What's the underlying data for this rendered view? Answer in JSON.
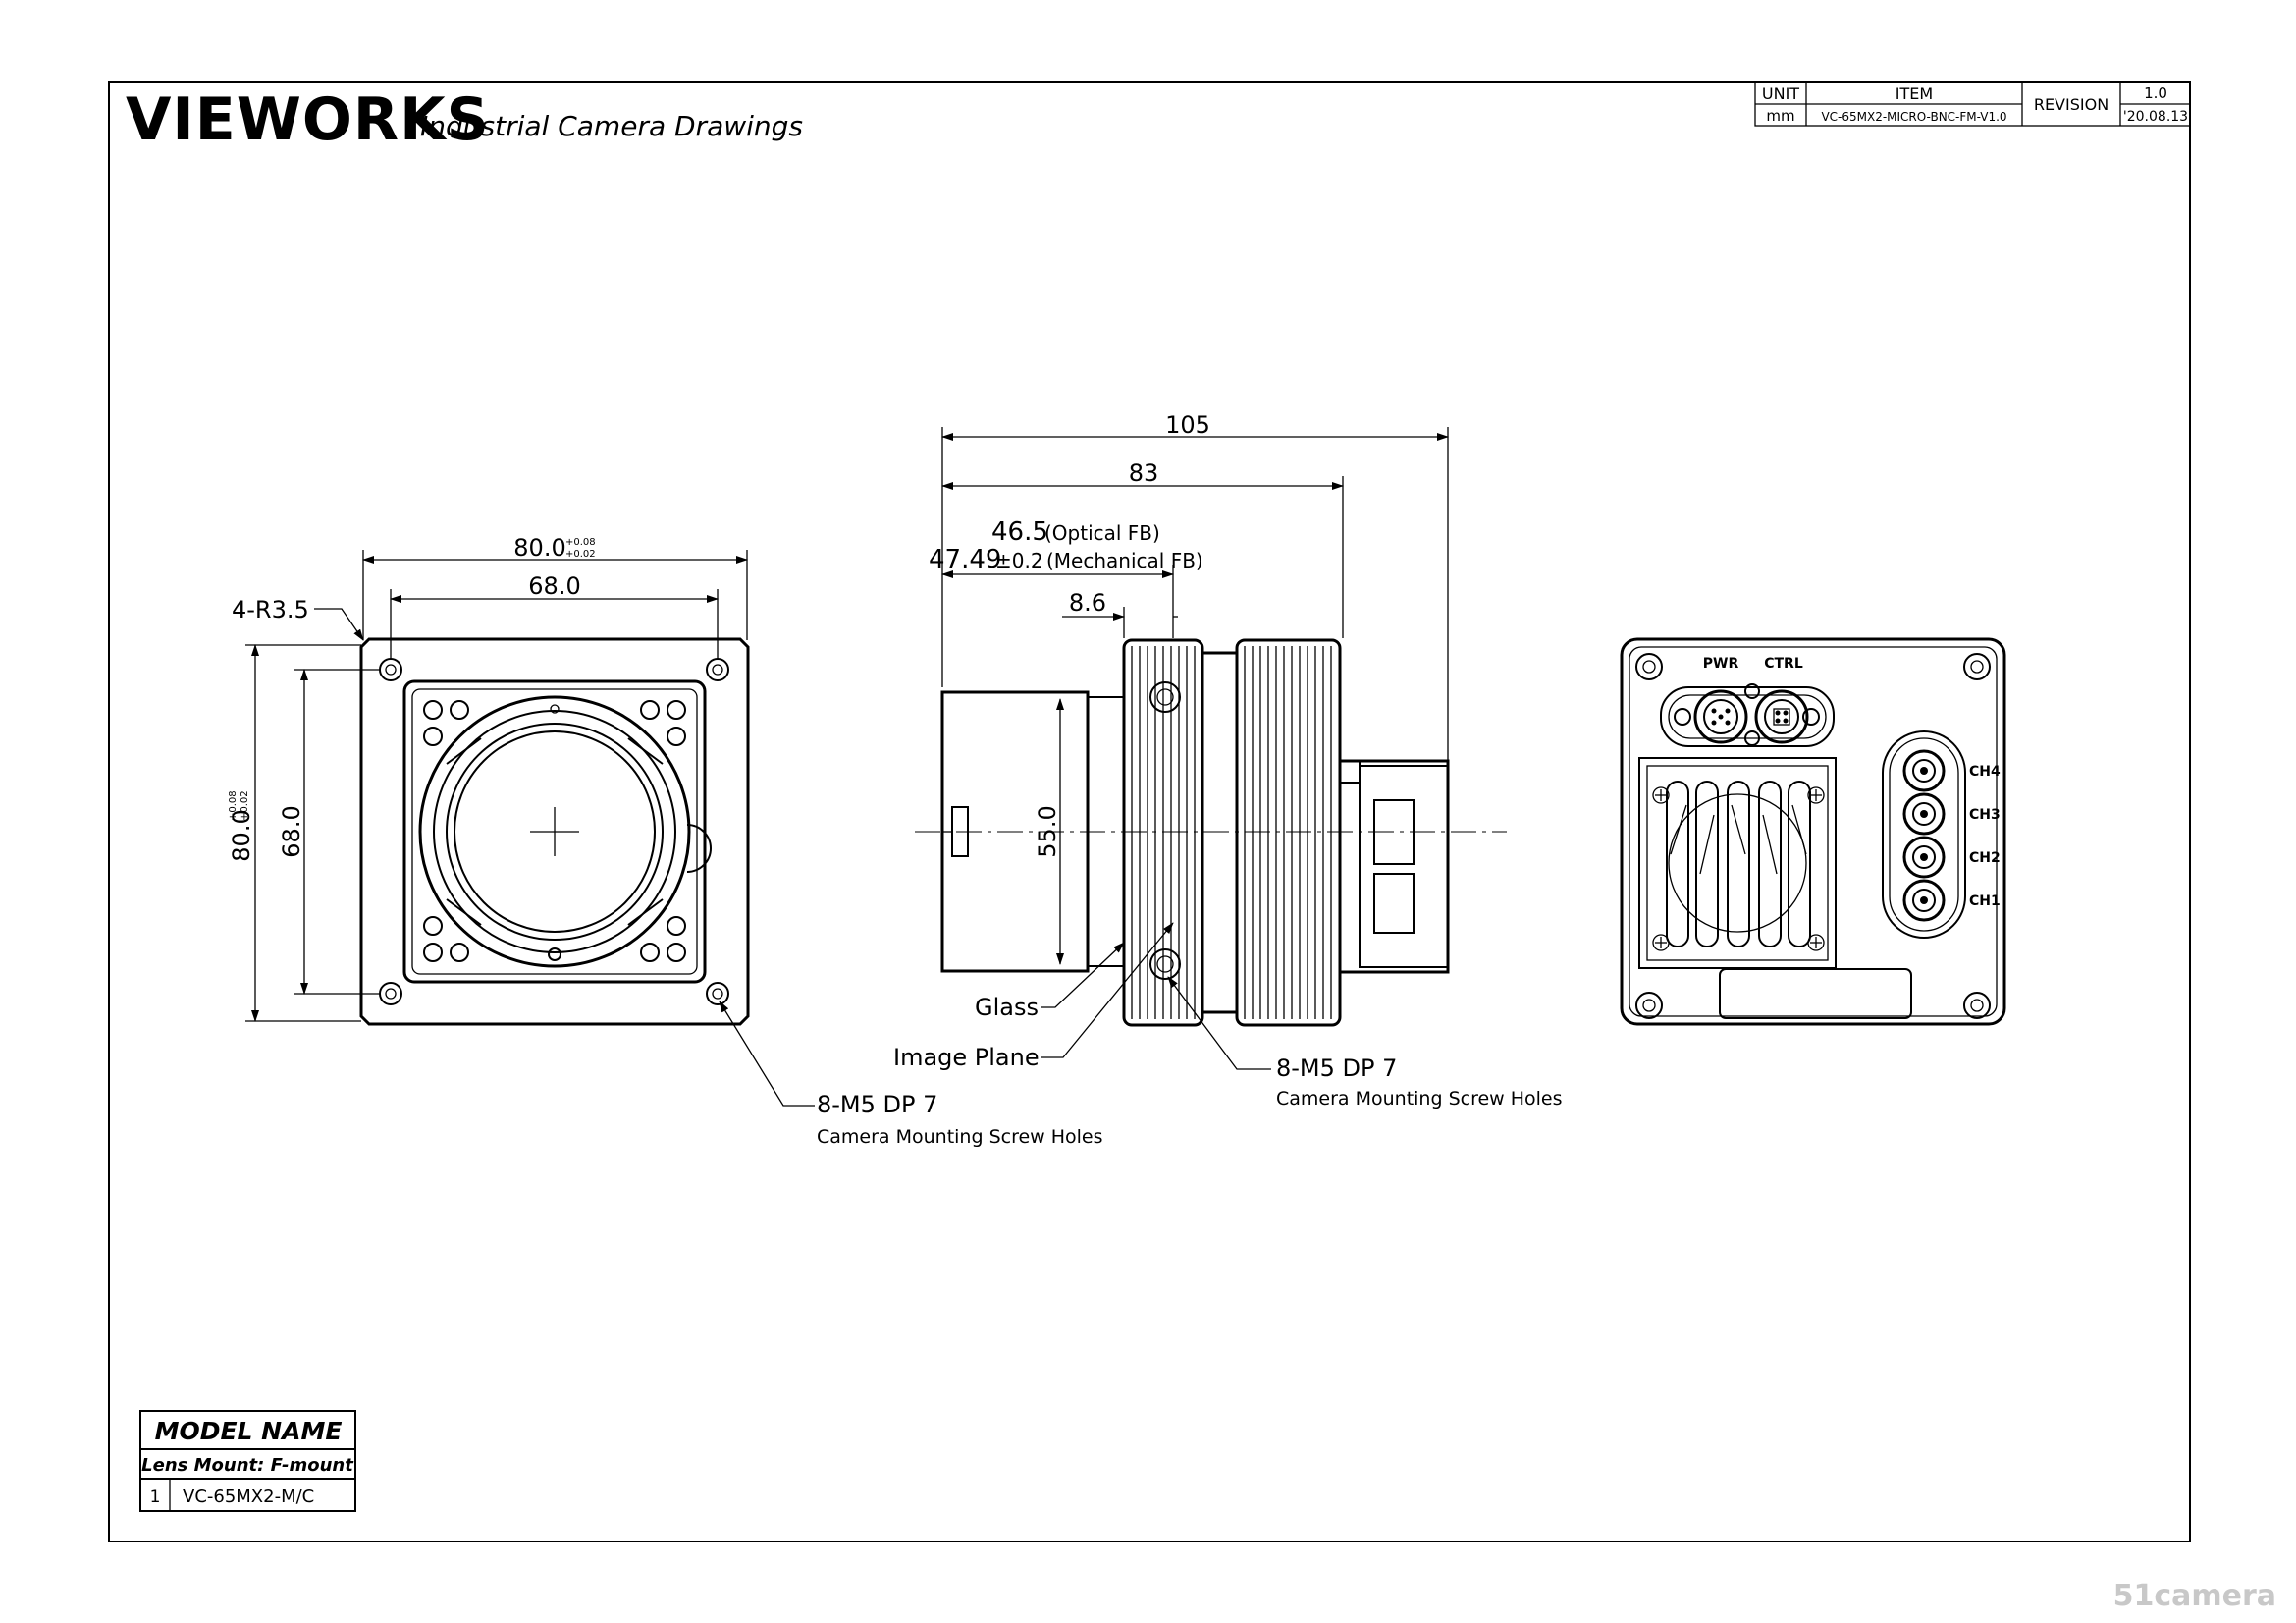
{
  "brand": {
    "logo": "VIEWORKS",
    "subtitle": "Industrial Camera Drawings"
  },
  "title_block": {
    "unit_label": "UNIT",
    "unit_value": "mm",
    "item_label": "ITEM",
    "item_value": "VC-65MX2-MICRO-BNC-FM-V1.0",
    "revision_label": "REVISION",
    "revision_value": "1.0",
    "revision_date": "'20.08.13"
  },
  "front_view": {
    "outer_width": "80.0",
    "outer_width_tol_upper": "+0.08",
    "outer_width_tol_lower": "+0.02",
    "hole_spacing_width": "68.0",
    "outer_height": "80.0",
    "outer_height_tol_upper": "+0.08",
    "outer_height_tol_lower": "+0.02",
    "hole_spacing_height": "68.0",
    "corner_radius_note": "4-R3.5",
    "screw_note": "8-M5 DP 7",
    "screw_desc": "Camera Mounting Screw Holes"
  },
  "side_view": {
    "total_length": "105",
    "body_length": "83",
    "optical_fb": "46.5",
    "optical_fb_label": "(Optical FB)",
    "mechanical_fb": "47.49",
    "mechanical_fb_tol": "±0.2",
    "mechanical_fb_label": "(Mechanical FB)",
    "glass_offset": "8.6",
    "lens_diameter": "55.0",
    "glass_label": "Glass",
    "image_plane_label": "Image Plane",
    "screw_note": "8-M5 DP 7",
    "screw_desc": "Camera Mounting Screw Holes"
  },
  "rear_view": {
    "pwr_label": "PWR",
    "ctrl_label": "CTRL",
    "channels": [
      "CH4",
      "CH3",
      "CH2",
      "CH1"
    ]
  },
  "model_table": {
    "header": "MODEL NAME",
    "subheader": "Lens Mount: F-mount",
    "rows": [
      {
        "index": "1",
        "model": "VC-65MX2-M/C"
      }
    ]
  },
  "watermark": "51camera"
}
